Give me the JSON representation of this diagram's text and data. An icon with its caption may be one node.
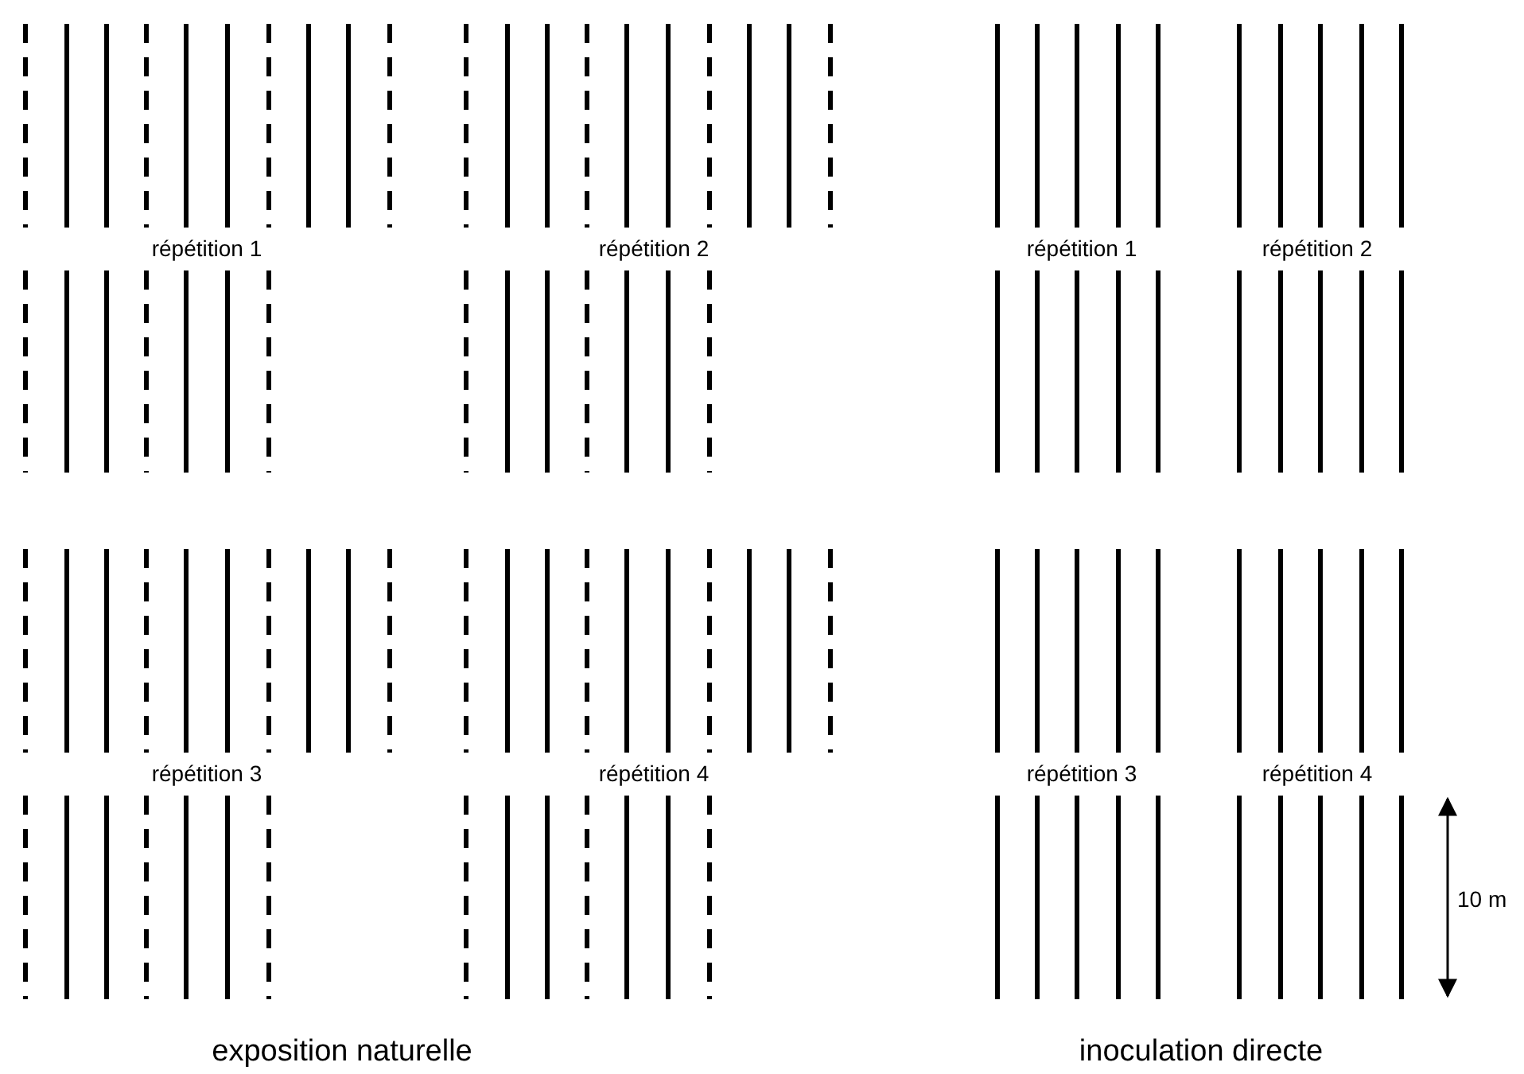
{
  "diagram": {
    "labels": [
      "répétition 1",
      "répétition 2",
      "répétition 1",
      "répétition 2",
      "répétition 3",
      "répétition 4",
      "répétition 3",
      "répétition 4",
      "10 m",
      "exposition naturelle",
      "inoculation directe"
    ]
  }
}
